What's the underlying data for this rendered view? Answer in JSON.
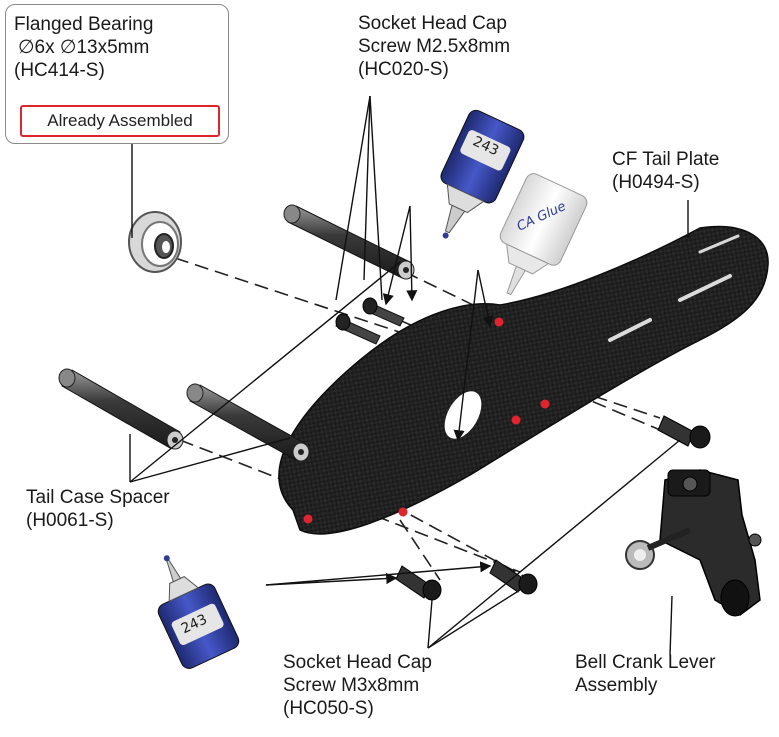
{
  "labels": {
    "flanged_bearing": {
      "line1": "Flanged Bearing",
      "line2": "∅6x ∅13x5mm",
      "line3": "(HC414-S)",
      "badge": "Already Assembled"
    },
    "cap_screw_small": {
      "line1": "Socket Head Cap",
      "line2": "Screw M2.5x8mm",
      "line3": "(HC020-S)"
    },
    "tail_plate": {
      "line1": "CF Tail Plate",
      "line2": "(H0494-S)"
    },
    "ca_glue": "CA Glue",
    "threadlock_top": "243",
    "threadlock_bottom": "243",
    "tail_case_spacer": {
      "line1": "Tail Case Spacer",
      "line2": "(H0061-S)"
    },
    "cap_screw_large": {
      "line1": "Socket Head Cap",
      "line2": "Screw M3x8mm",
      "line3": "(HC050-S)"
    },
    "bell_crank": {
      "line1": "Bell Crank Lever",
      "line2": "Assembly"
    }
  },
  "colors": {
    "carbon": "#1b1b1b",
    "glue_hole": "#e0242d",
    "bottle_blue": "#2f3c93",
    "badge_border": "#e0242d"
  }
}
